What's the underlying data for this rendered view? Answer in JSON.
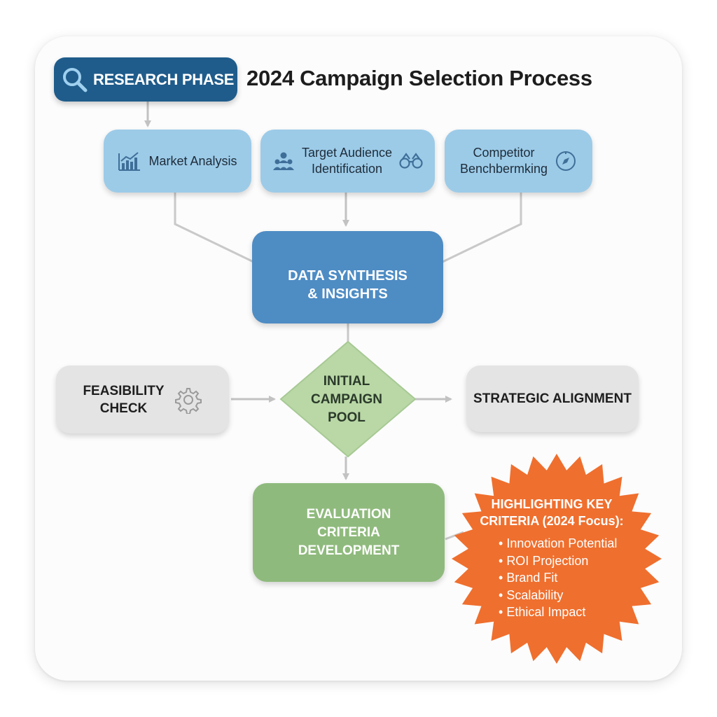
{
  "header": {
    "phase_badge": "RESEARCH PHASE",
    "title": "2024 Campaign Selection Process"
  },
  "research": {
    "market_analysis": "Market Analysis",
    "target_audience": [
      "Target Audience",
      "Identification"
    ],
    "competitor": [
      "Competitor",
      "Benchbermking"
    ]
  },
  "synthesis": [
    "DATA SYNTHESIS",
    "& INSIGHTS"
  ],
  "feasibility": [
    "FEASIBILITY",
    "CHECK"
  ],
  "pool": [
    "INITIAL",
    "CAMPAIGN",
    "POOL"
  ],
  "alignment": "STRATEGIC ALIGNMENT",
  "evaluation": [
    "EVALUATION",
    "CRITERIA",
    "DEVELOPMENT"
  ],
  "highlight": {
    "heading": [
      "HIGHLIGHTING KEY",
      "CRITERIA (2024 Focus):"
    ],
    "items": [
      "Innovation Potential",
      "ROI Projection",
      "Brand Fit",
      "Scalability",
      "Ethical Impact"
    ]
  },
  "colors": {
    "badge": "#1f5c8b",
    "research_box": "#9ccbe8",
    "synthesis_box": "#4e8cc4",
    "neutral_box": "#e4e4e4",
    "green_box": "#8fba7d",
    "diamond": "#b9d8a6",
    "burst": "#ef6f2e"
  },
  "icons": [
    "search-icon",
    "bar-chart-icon",
    "people-icon",
    "binoculars-icon",
    "compass-icon",
    "lightbulb-icon",
    "gear-icon"
  ]
}
